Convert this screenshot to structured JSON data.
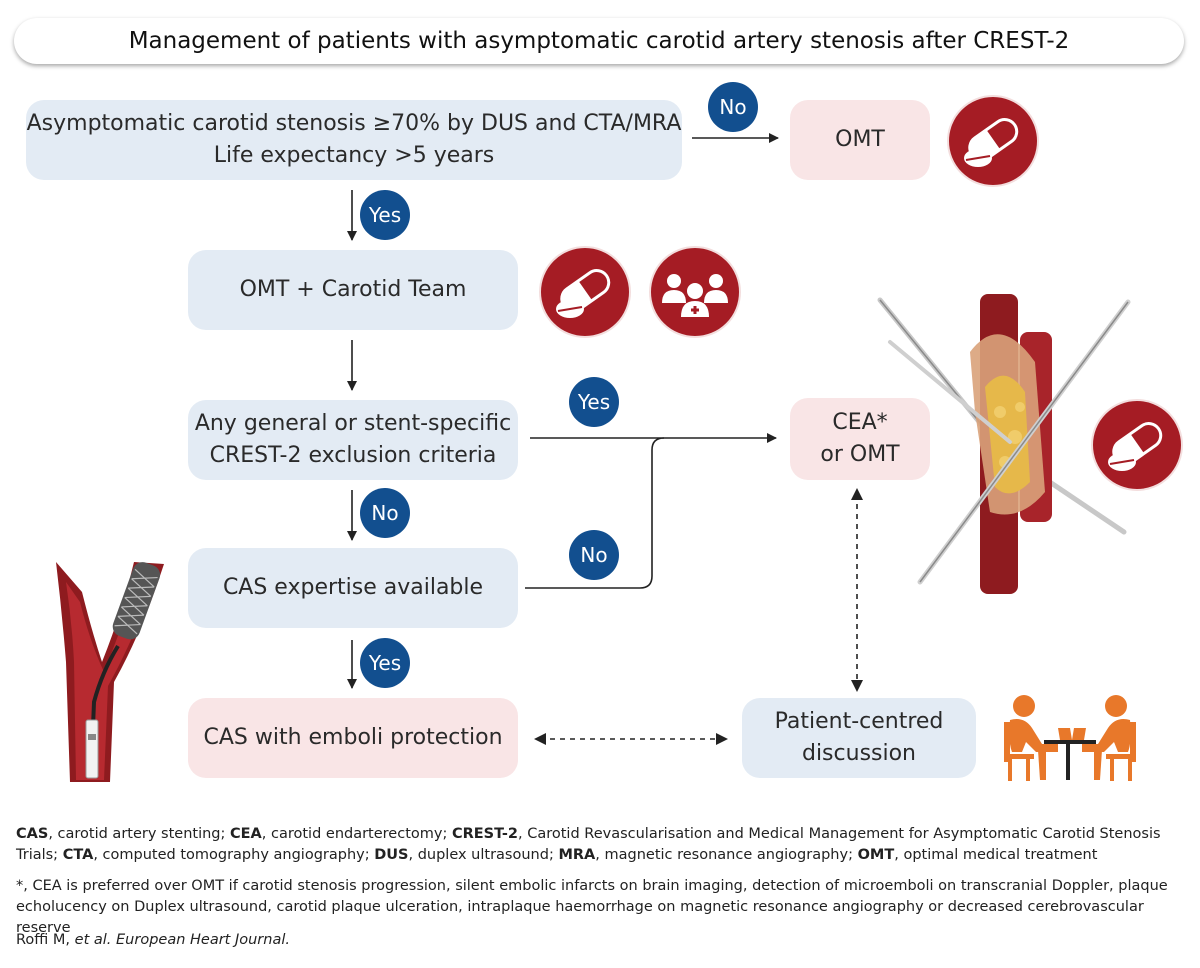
{
  "title": "Management of patients with asymptomatic carotid artery stenosis after CREST-2",
  "boxes": {
    "entry_line1": "Asymptomatic carotid stenosis ≥70% by DUS and CTA/MRA",
    "entry_line2": "Life expectancy >5 years",
    "omt": "OMT",
    "omt_team": "OMT + Carotid Team",
    "exclusion_line1": "Any general or stent-specific",
    "exclusion_line2": "CREST-2 exclusion criteria",
    "cas_expertise": "CAS expertise available",
    "cas_emboli": "CAS with emboli protection",
    "cea_line1": "CEA*",
    "cea_line2": "or OMT",
    "discussion_line1": "Patient-centred",
    "discussion_line2": "discussion"
  },
  "badges": {
    "no_1": "No",
    "yes_1": "Yes",
    "yes_2": "Yes",
    "no_2": "No",
    "no_3": "No",
    "yes_3": "Yes"
  },
  "colors": {
    "badge": "#124f8f",
    "blue_box": "#e3ebf4",
    "pink_box": "#f9e5e6",
    "pill_icon_bg": "#a51c24",
    "people_icon": "#e8782a"
  },
  "icons": [
    "pill-icon",
    "doctors-team-icon",
    "carotid-endarterectomy-illustration",
    "carotid-stent-illustration",
    "patient-discussion-icon"
  ],
  "footnotes": {
    "abbrev": [
      {
        "term": "CAS",
        "def": ", carotid artery stenting; "
      },
      {
        "term": "CEA",
        "def": ", carotid endarterectomy; "
      },
      {
        "term": "CREST-2",
        "def": ", Carotid Revascularisation and Medical Management for Asymptomatic Carotid Stenosis Trials; "
      },
      {
        "term": "CTA",
        "def": ", computed tomography angiography; "
      },
      {
        "term": "DUS",
        "def": ", duplex ultrasound; "
      },
      {
        "term": "MRA",
        "def": ", magnetic resonance angiography; "
      },
      {
        "term": "OMT",
        "def": ", optimal medical treatment"
      }
    ],
    "asterisk": "*, CEA is preferred over OMT if carotid stenosis progression, silent embolic infarcts on brain imaging, detection of microemboli on transcranial Doppler, plaque echolucency on Duplex ultrasound, carotid plaque ulceration, intraplaque haemorrhage on magnetic resonance angiography or decreased cerebrovascular reserve",
    "citation_plain": "Roffi M, ",
    "citation_italic": "et al. European Heart Journal."
  }
}
